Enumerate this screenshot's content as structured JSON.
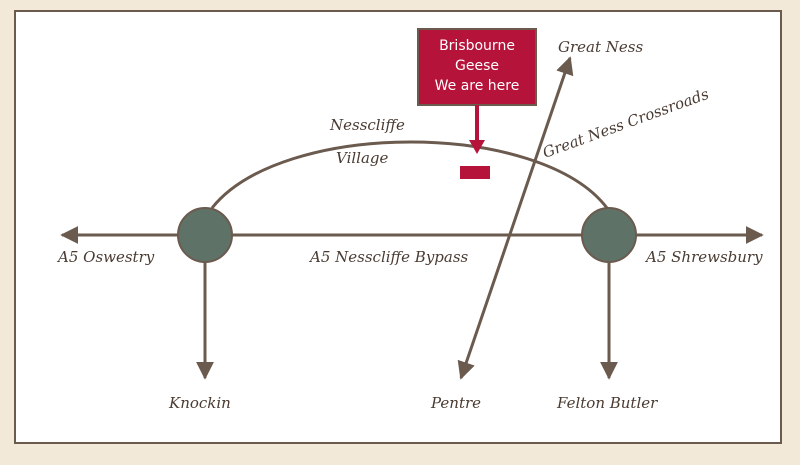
{
  "marker": {
    "lines": [
      "Brisbourne",
      "Geese",
      "We are here"
    ],
    "color": "#b5133a"
  },
  "labels": {
    "a5_oswestry": "A5 Oswestry",
    "a5_shrewsbury": "A5 Shrewsbury",
    "bypass": "A5 Nesscliffe Bypass",
    "nesscliffe": "Nesscliffe",
    "village": "Village",
    "great_ness": "Great Ness",
    "great_ness_crossroads": "Great Ness Crossroads",
    "knockin": "Knockin",
    "pentre": "Pentre",
    "felton_butler": "Felton Butler"
  },
  "colors": {
    "road": "#6b5a4e",
    "roundabout": "#5f7268",
    "text": "#4a3b32",
    "background": "#f3e9d8"
  }
}
